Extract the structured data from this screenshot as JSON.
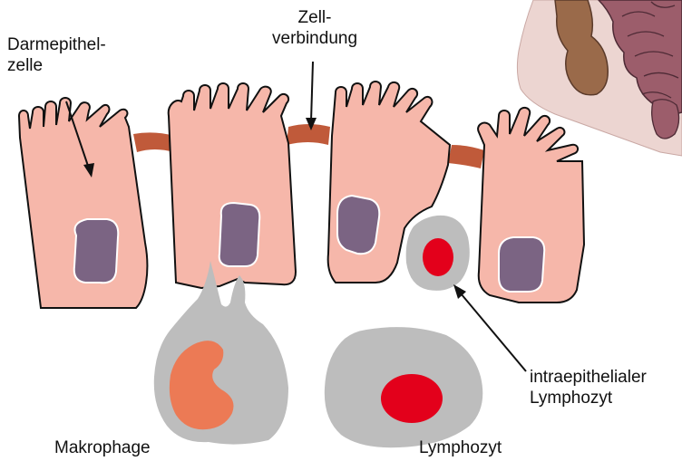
{
  "labels": {
    "epithelial_cell": [
      "Darmepithel-",
      "zelle"
    ],
    "junction": [
      "Zell-",
      "verbindung"
    ],
    "macrophage": "Makrophage",
    "lymphocyte": "Lymphozyt",
    "iel": [
      "intraepithelialer",
      "Lymphozyt"
    ]
  },
  "colors": {
    "cell_fill": "#f6b7aa",
    "nucleus_fill": "#7b6483",
    "junction_fill": "#c05a3a",
    "immune_cytoplasm": "#bdbdbd",
    "lymphocyte_nucleus": "#e3001b",
    "macrophage_nucleus": "#ec7a55",
    "intestine_fill": "#9c5d6b",
    "outline": "#111111"
  }
}
